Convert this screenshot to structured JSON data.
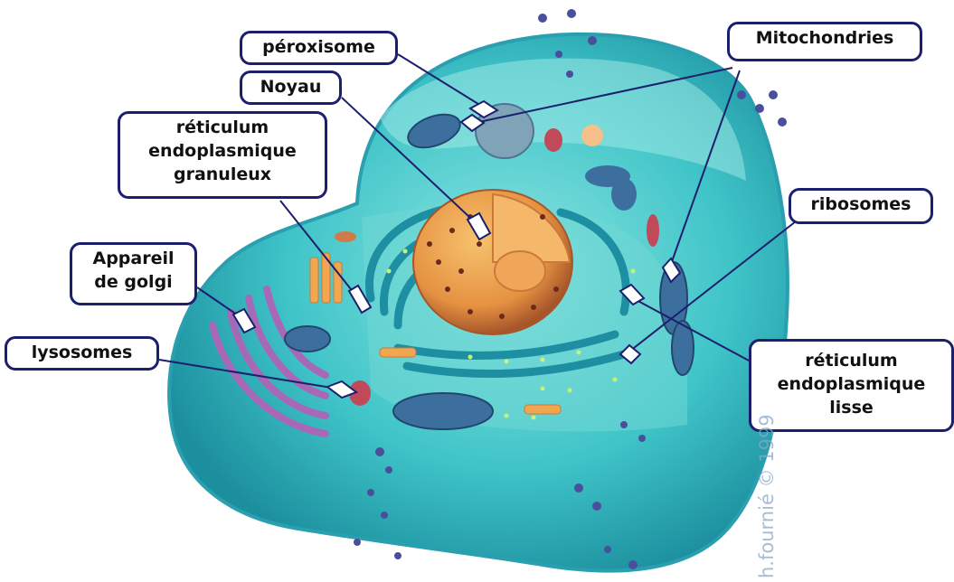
{
  "labels": {
    "peroxisome": "péroxisome",
    "noyau": "Noyau",
    "rer": "réticulum\nendoplasmique\ngranuleux",
    "golgi": "Appareil\nde golgi",
    "lysosomes": "lysosomes",
    "mitochondries": "Mitochondries",
    "ribosomes": "ribosomes",
    "rel": "réticulum\nendoplasmique\nlisse"
  },
  "credit": "h.fournié © 1999",
  "colors": {
    "label_border": "#1c1f6e",
    "cytoplasm": "#3fc4c8",
    "cytoplasm_light": "#8fe6e2",
    "nucleus": "#e59242",
    "golgi": "#a868b8",
    "mitochondria": "#3d6f9e",
    "leader_line": "#1c1f6e"
  }
}
